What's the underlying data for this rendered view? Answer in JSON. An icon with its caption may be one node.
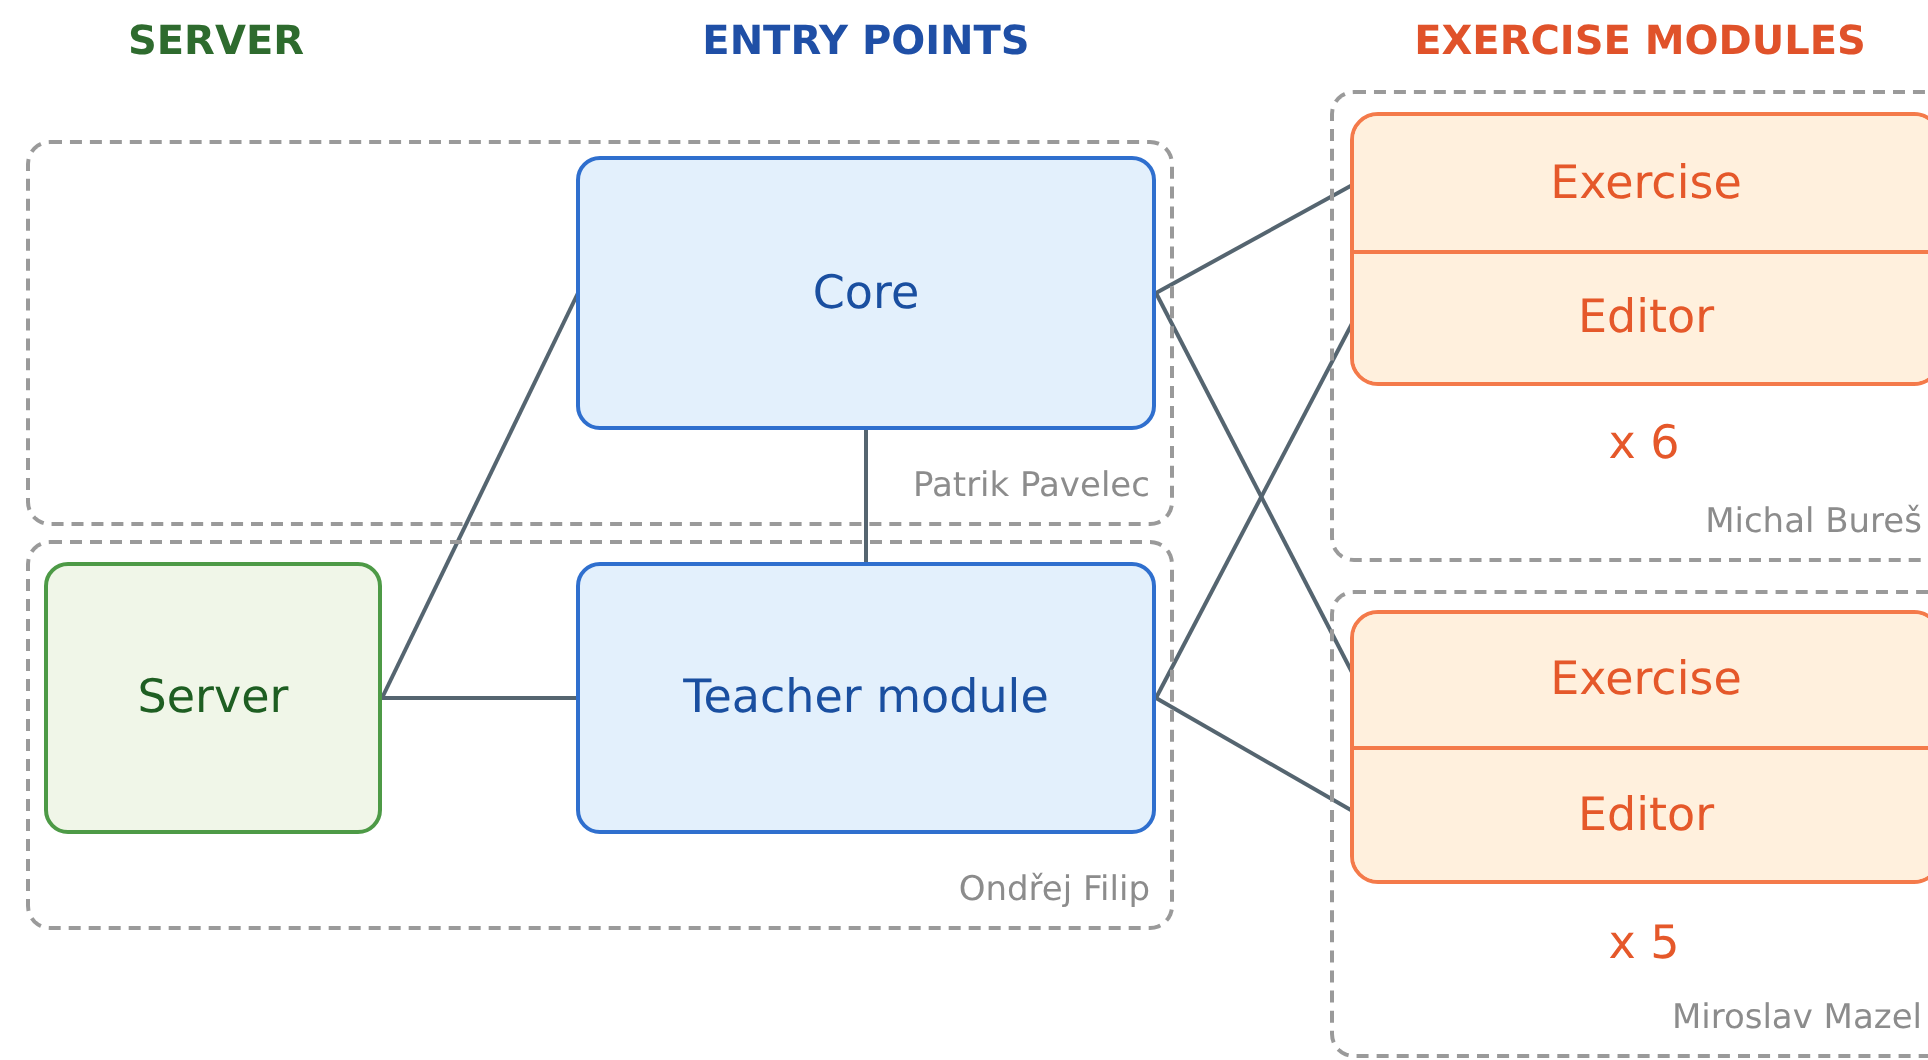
{
  "diagram": {
    "nodes": [
      {
        "text": [
          "Patrik Pavelec"
        ]
      },
      {
        "text": [
          "Core"
        ],
        "in": 0
      },
      {
        "text": [
          "Ondřej Filip"
        ]
      },
      {
        "text": [
          "Server"
        ],
        "in": 2
      },
      {
        "text": [
          "Teacher module"
        ],
        "in": 2
      },
      {
        "text": [
          "x 6",
          "Michal Bureš"
        ]
      },
      {
        "text": [],
        "shape": "box",
        "in": 5
      },
      {
        "text": [
          "Exercise"
        ],
        "in": 6
      },
      {
        "text": [
          "Editor"
        ],
        "in": 6
      },
      {
        "text": [
          "x 5",
          "Miroslav Mazel"
        ]
      },
      {
        "text": [],
        "shape": "box",
        "in": 9
      },
      {
        "text": [
          "Exercise"
        ],
        "in": 10
      },
      {
        "text": [
          "Editor"
        ],
        "in": 10
      }
    ],
    "edges": [
      {
        "from": 3,
        "to": 1,
        "arrow": "none"
      },
      {
        "from": 3,
        "to": 4,
        "arrow": "none"
      },
      {
        "from": 1,
        "to": 4,
        "arrow": "none"
      },
      {
        "from": 1,
        "to": 7,
        "arrow": "none"
      },
      {
        "from": 1,
        "to": 11,
        "arrow": "none"
      },
      {
        "from": 4,
        "to": 8,
        "arrow": "none"
      },
      {
        "from": 4,
        "to": 12,
        "arrow": "none"
      }
    ],
    "labels": [
      "SERVER",
      "ENTRY POINTS",
      "EXERCISE MODULES"
    ]
  }
}
